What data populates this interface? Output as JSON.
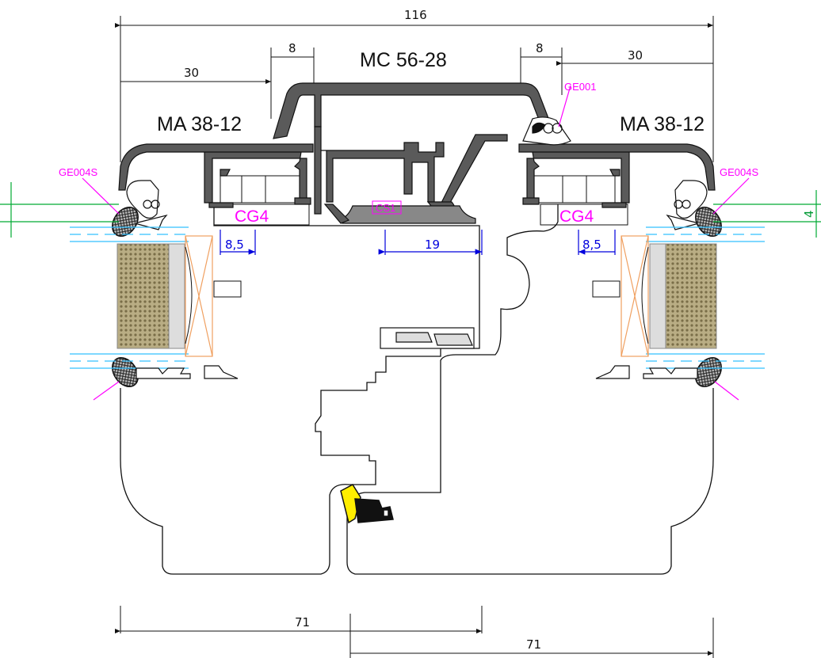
{
  "dimensions": {
    "overall_width": "116",
    "left_offset": "30",
    "right_offset": "30",
    "left_gap": "8",
    "right_gap": "8",
    "left_clearance": "8,5",
    "center_clearance": "19",
    "glazing_height": "4",
    "left_bottom": "71",
    "right_bottom": "71"
  },
  "profiles": {
    "center": "MC 56-28",
    "left": "MA 38-12",
    "right": "MA 38-12"
  },
  "gaskets": {
    "top_right": "GE001",
    "left": "GE004S",
    "right": "GE004S",
    "center_clip": "CS1",
    "left_insert": "CG4",
    "right_insert": "CG4"
  },
  "colors": {
    "profile_fill": "#5a5a5a",
    "annotation": "#ff00ff",
    "dimension_blue": "#0000dd",
    "glass_cyan": "#33c0ff",
    "insulation": "#a89c74",
    "green_dim": "#00aa33"
  }
}
